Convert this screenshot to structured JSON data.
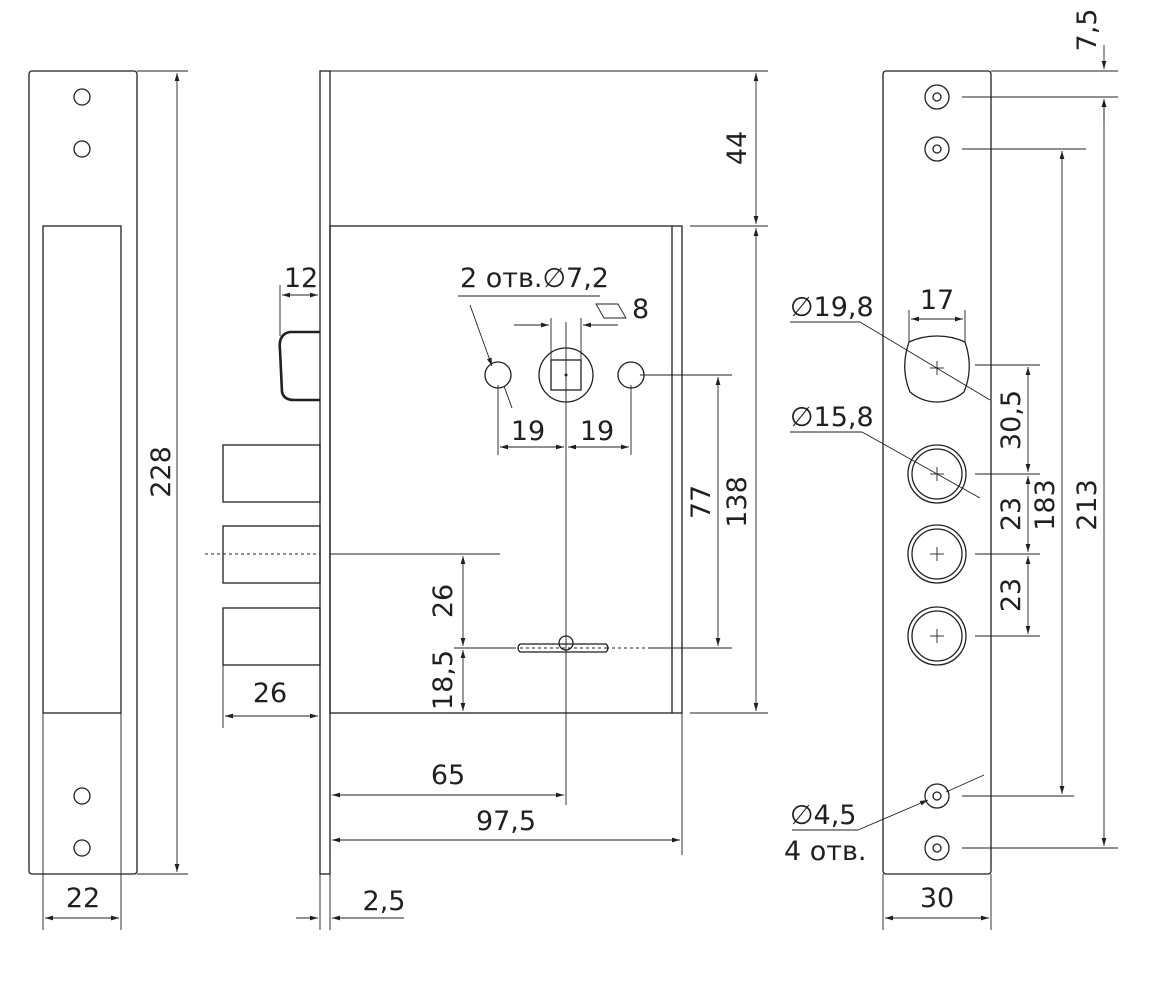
{
  "dimensions": {
    "strike_height": "228",
    "strike_width": "22",
    "latch_width": "12",
    "hole_spec": "2 отв.",
    "hole_dia": "∅7,2",
    "spindle_square": "8",
    "spindle_offset_left": "19",
    "spindle_offset_right": "19",
    "bolt_projection": "26",
    "top_offset": "44",
    "case_height": "138",
    "spindle_to_key": "77",
    "bolt_to_key": "26",
    "key_to_bottom": "18,5",
    "backset": "65",
    "case_depth": "97,5",
    "faceplate_thickness": "2,5",
    "face_top_offset": "7,5",
    "cyl_dia_1": "∅19,8",
    "cyl_width": "17",
    "cyl_dia_2": "∅15,8",
    "cyl_distance": "30,5",
    "bolt_pitch_1": "23",
    "bolt_pitch_2": "23",
    "mount_span_inner": "183",
    "mount_span_outer": "213",
    "screw_dia": "∅4,5",
    "screw_count": "4 отв.",
    "face_width": "30"
  }
}
